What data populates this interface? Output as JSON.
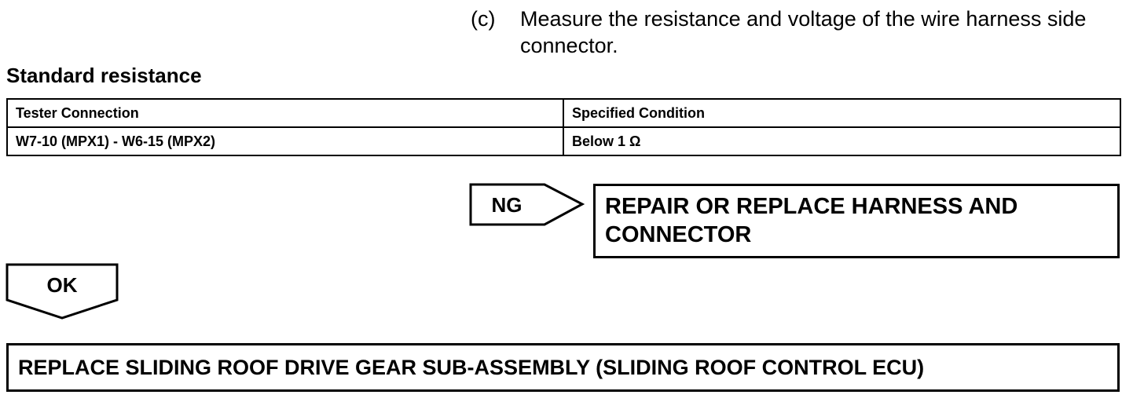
{
  "step": {
    "label": "(c)",
    "text": "Measure the resistance and voltage of the wire harness side connector."
  },
  "section_heading": "Standard resistance",
  "table": {
    "headers": [
      "Tester Connection",
      "Specified Condition"
    ],
    "rows": [
      [
        "W7-10 (MPX1) - W6-15 (MPX2)",
        "Below 1 Ω"
      ]
    ]
  },
  "flow": {
    "ng_label": "NG",
    "ng_action": "REPAIR OR REPLACE HARNESS AND CONNECTOR",
    "ok_label": "OK",
    "final_action": "REPLACE SLIDING ROOF DRIVE GEAR SUB-ASSEMBLY (SLIDING ROOF CONTROL ECU)"
  }
}
